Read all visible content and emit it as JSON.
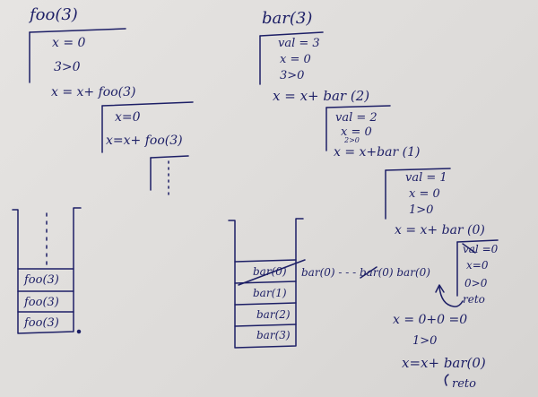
{
  "foo": {
    "title": "foo(3)",
    "frame1": [
      "x = 0",
      "3>0",
      "x = x+ foo(3)"
    ],
    "frame2": [
      "x=0",
      "x=x+ foo(3)"
    ],
    "stack": [
      "foo(3)",
      "foo(3)",
      "foo(3)"
    ]
  },
  "bar": {
    "title": "bar(3)",
    "frame3": [
      "val = 3",
      "x = 0",
      "3>0",
      "x = x+ bar (2)"
    ],
    "frame2": [
      "val = 2",
      "x = 0",
      "2>0",
      "x = x+bar (1)"
    ],
    "frame1": [
      "val = 1",
      "x = 0",
      "1>0",
      "x = x+ bar (0)"
    ],
    "frame0": [
      "val =0",
      "x=0",
      "0>0",
      "reto"
    ],
    "result": [
      "x = 0+0 =0",
      "1>0",
      "x=x+ bar(0)",
      "reto"
    ],
    "stack": [
      "bar(0)",
      "bar(1)",
      "bar(2)",
      "bar(3)"
    ],
    "stack_note": "bar(0) - - - bar(0) bar(0)"
  }
}
